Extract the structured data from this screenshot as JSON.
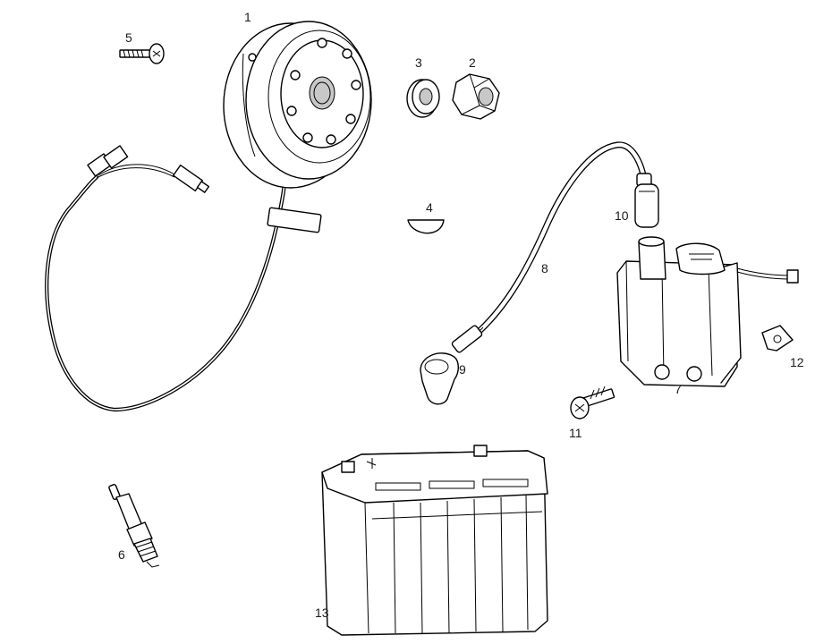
{
  "colors": {
    "line": "#000000",
    "background": "#ffffff",
    "shade": "#c8c8c8"
  },
  "parts": [
    {
      "id": "flywheel",
      "number": "1",
      "icon": "flywheel-rotor"
    },
    {
      "id": "nut",
      "number": "2",
      "icon": "hex-nut"
    },
    {
      "id": "washer",
      "number": "3",
      "icon": "washer"
    },
    {
      "id": "woodruff-key",
      "number": "4",
      "icon": "half-moon-key"
    },
    {
      "id": "screw-5",
      "number": "5",
      "icon": "screw"
    },
    {
      "id": "spark-plug",
      "number": "6",
      "icon": "spark-plug"
    },
    {
      "id": "ignition-coil",
      "number": "7",
      "icon": "ignition-coil"
    },
    {
      "id": "ht-lead",
      "number": "8",
      "icon": "cable"
    },
    {
      "id": "spark-plug-cap",
      "number": "9",
      "icon": "plug-cap"
    },
    {
      "id": "coil-cap",
      "number": "10",
      "icon": "cap"
    },
    {
      "id": "screw-11",
      "number": "11",
      "icon": "screw"
    },
    {
      "id": "clip-nut",
      "number": "12",
      "icon": "clip"
    },
    {
      "id": "battery",
      "number": "13",
      "icon": "battery"
    }
  ]
}
